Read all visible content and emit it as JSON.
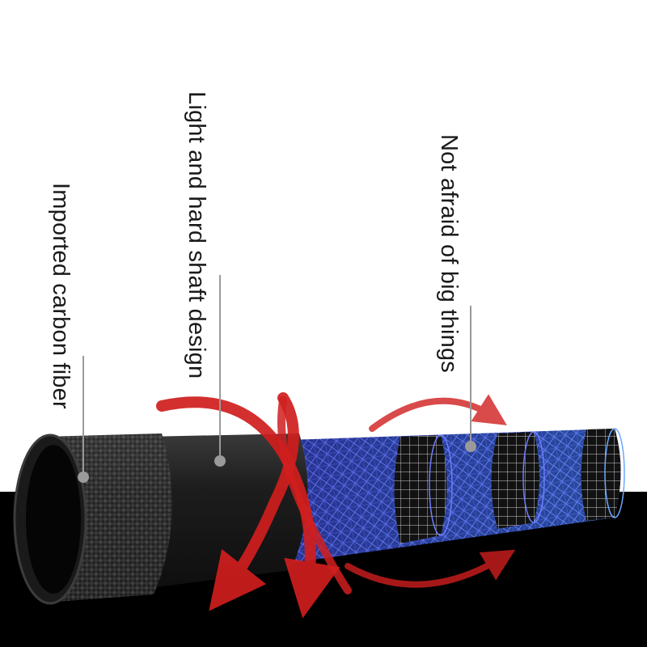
{
  "callouts": {
    "carbon_fiber": "Imported carbon fiber",
    "shaft_design": "Light and hard shaft design",
    "big_things": "Not afraid of big things"
  },
  "colors": {
    "background": "#ffffff",
    "floor": "#000000",
    "rod_black": "#1c1c1c",
    "mesh_blue": "#3b49c8",
    "arrow_red": "#d01e1e",
    "leader_line": "#9a9a9a"
  }
}
